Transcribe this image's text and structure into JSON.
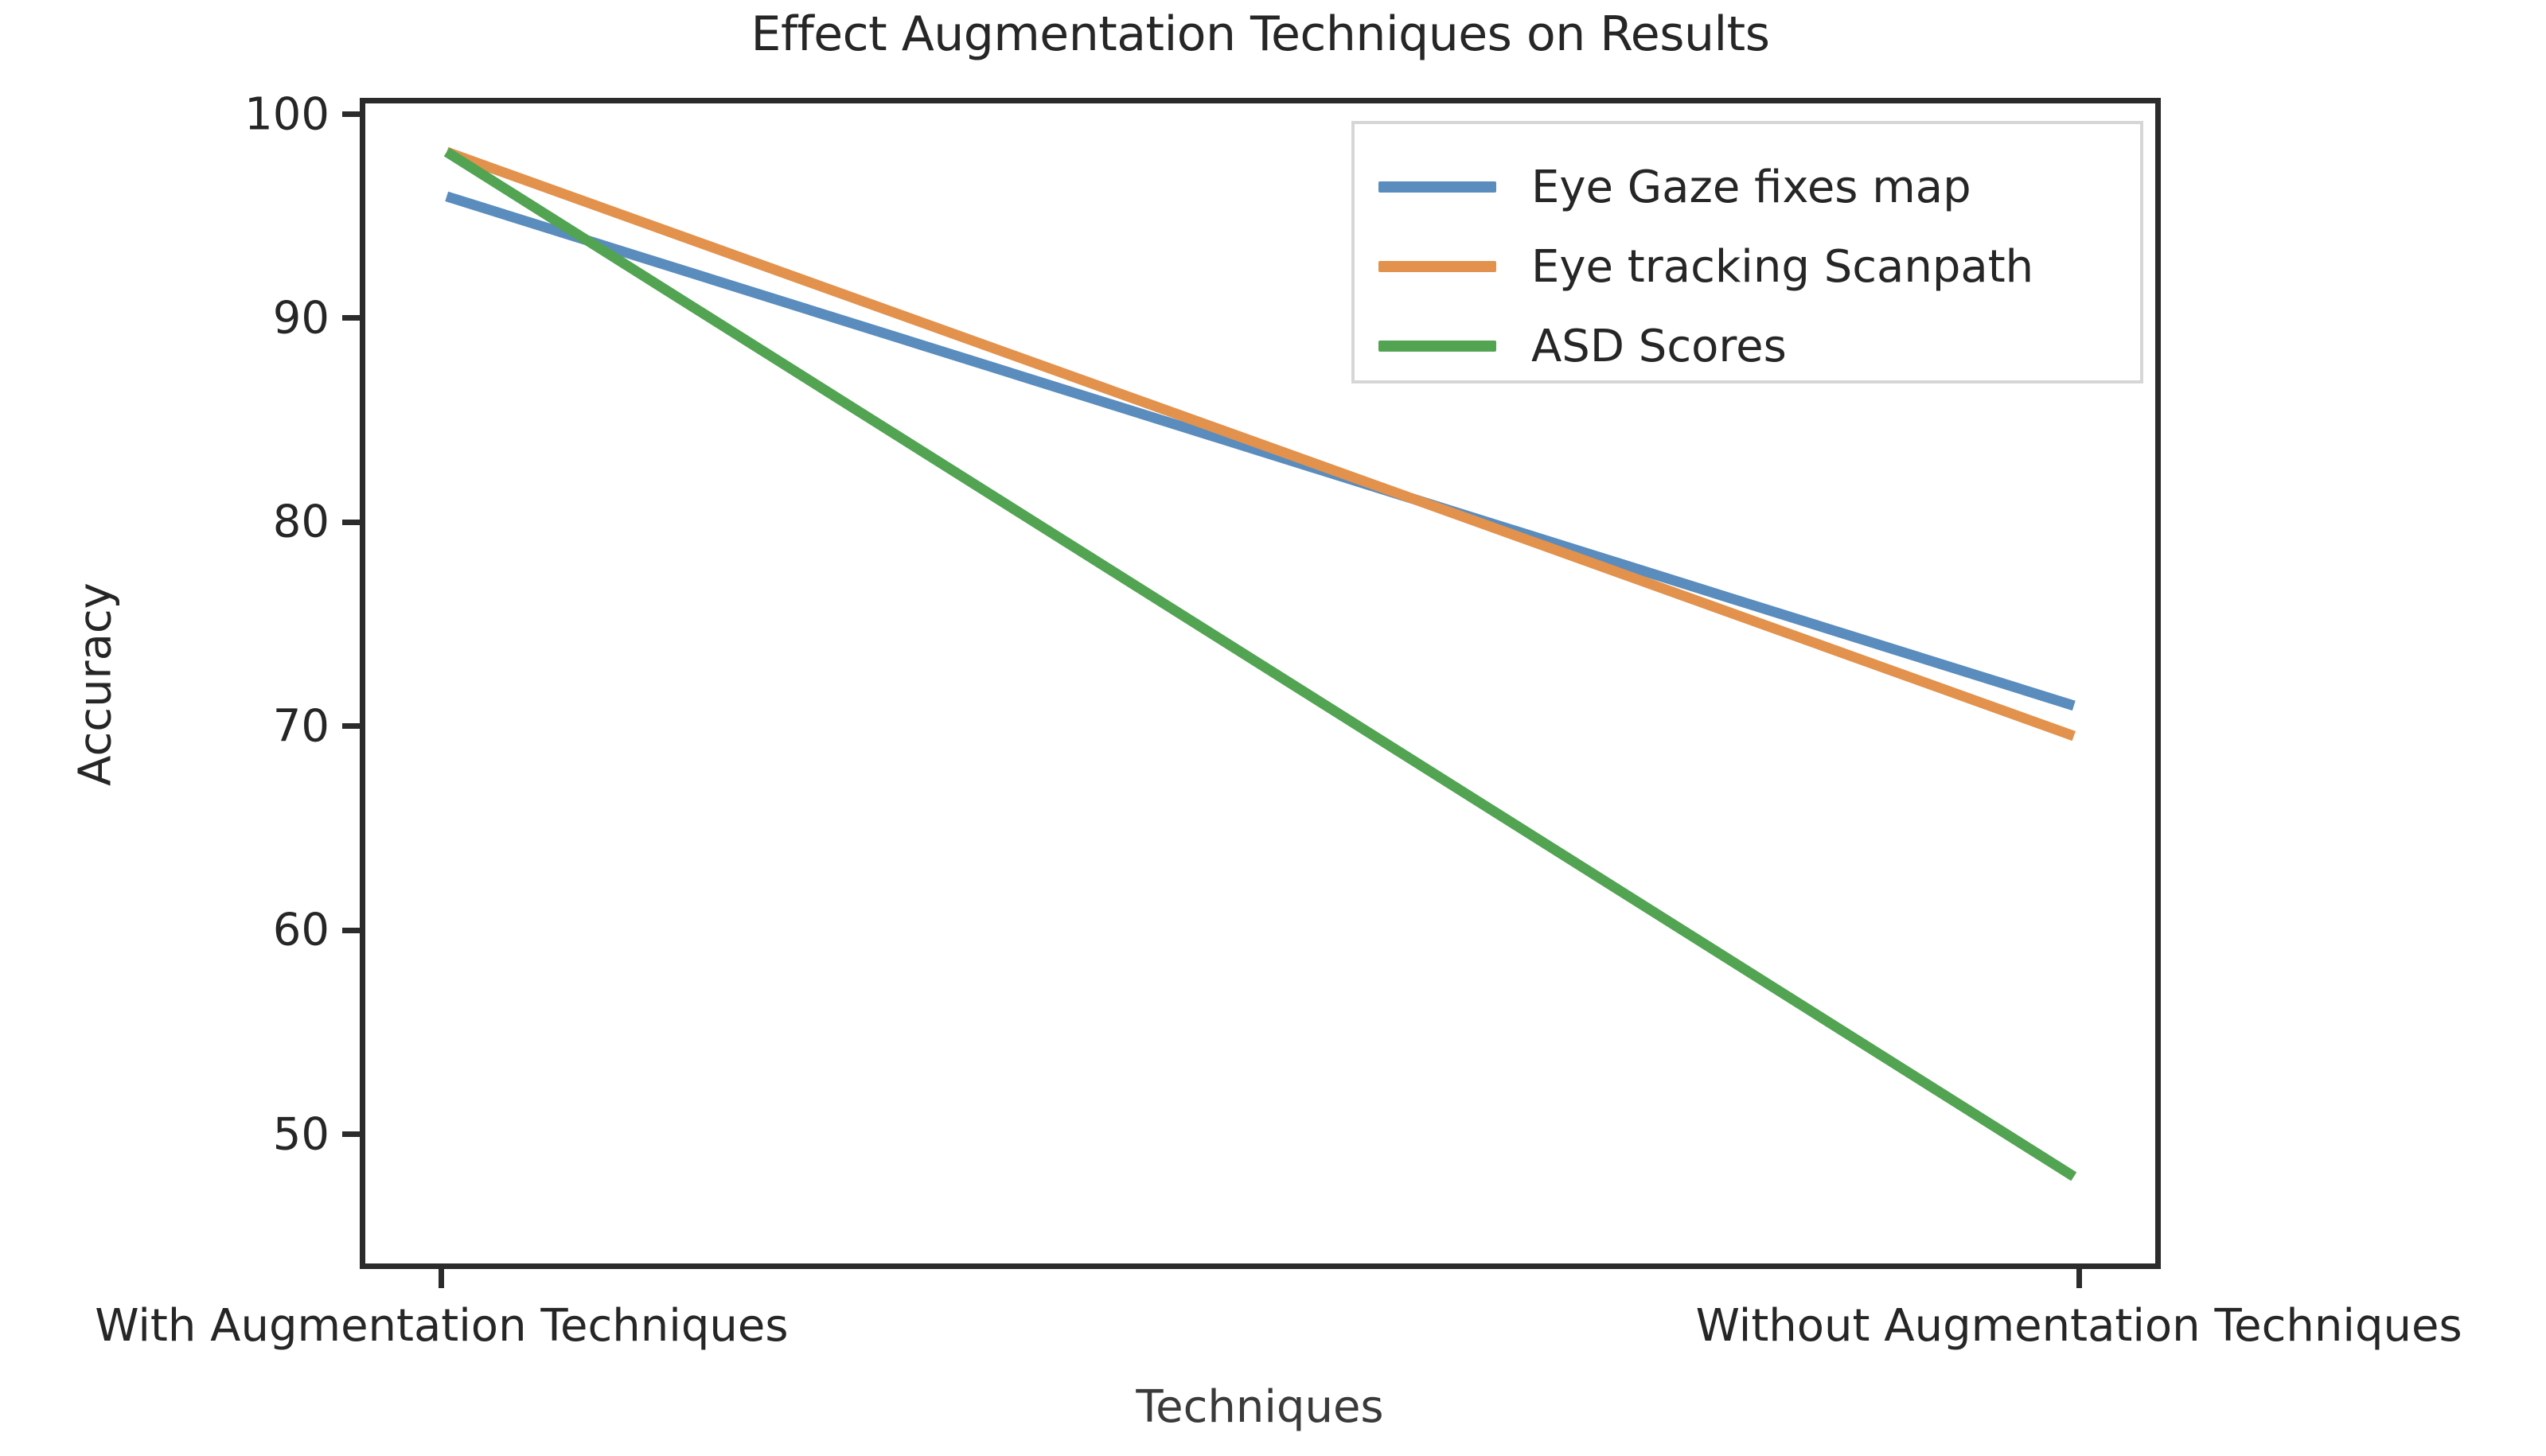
{
  "chart_data": {
    "type": "line",
    "title": "Effect Augmentation Techniques on Results",
    "xlabel": "Techniques",
    "ylabel": "Accuracy",
    "categories": [
      "With Augmentation Techniques",
      "Without Augmentation Techniques"
    ],
    "x": [
      0,
      1
    ],
    "series": [
      {
        "name": "Eye Gaze fixes map",
        "color": "#5a8cbd",
        "values": [
          96.2,
          71.0
        ]
      },
      {
        "name": "Eye tracking Scanpath",
        "color": "#e2924d",
        "values": [
          98.4,
          69.5
        ]
      },
      {
        "name": "ASD Scores",
        "color": "#52a453",
        "values": [
          98.4,
          47.7
        ]
      }
    ],
    "yticks": [
      100,
      90,
      80,
      70,
      60,
      50
    ],
    "ytick_labels": [
      "100",
      "90",
      "80",
      "70",
      "60",
      "50"
    ],
    "ylim": [
      43.4,
      100.8
    ],
    "xlim": [
      -0.05,
      1.05
    ],
    "grid": false,
    "legend_position": "upper right",
    "axis_color": "#2b2b2b",
    "background": "#ffffff"
  },
  "legend": {
    "entries": [
      {
        "label": "Eye Gaze fixes map"
      },
      {
        "label": "Eye tracking Scanpath"
      },
      {
        "label": "ASD Scores"
      }
    ]
  }
}
